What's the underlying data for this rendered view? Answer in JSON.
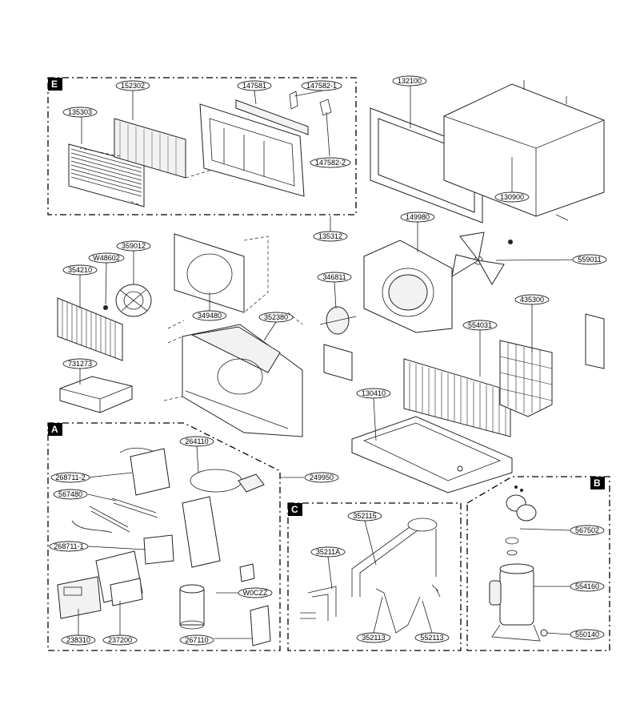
{
  "sections": {
    "E": "E",
    "A": "A",
    "B": "B",
    "C": "C"
  },
  "labels": {
    "p135303": "135303",
    "p152302": "152302",
    "p147581": "147581",
    "p147582_1": "147582-1",
    "p147582_2": "147582-2",
    "p132100": "132100",
    "p130900": "130900",
    "p135312": "135312",
    "p149980": "149980",
    "p559011": "559011",
    "p359012": "359012",
    "pW48602": "W48602",
    "p354210": "354210",
    "p349480": "349480",
    "p346811": "346811",
    "p352380": "352380",
    "p435300": "435300",
    "p554031": "554031",
    "p731273": "731273",
    "p130410": "130410",
    "p264110": "264110",
    "p268711_2": "268711-2",
    "p249950": "249950",
    "p567480": "567480",
    "p268711_1": "268711-1",
    "pW0CZZ": "W0CZZ",
    "p238310": "238310",
    "p237200": "237200",
    "p267110": "267110",
    "p352115": "352115",
    "p35211A": "35211A",
    "p352113": "352113",
    "p552113": "552113",
    "p567502": "567502",
    "p554160": "554160",
    "p550140": "550140"
  }
}
